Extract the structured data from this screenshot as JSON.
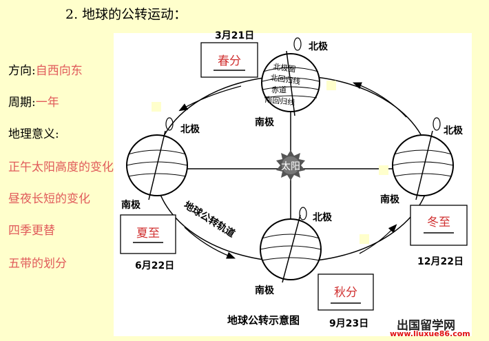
{
  "title": "2. 地球的公转运动：",
  "side": {
    "direction_label": "方向:",
    "direction_value": "自西向东",
    "period_label": "周期:",
    "period_value": "一年",
    "meaning_label": "地理意义:",
    "meanings": [
      "正午太阳高度的变化",
      "昼夜长短的变化",
      "四季更替",
      "五带的划分"
    ]
  },
  "diagram": {
    "sun": "太阳",
    "north_pole": "北极",
    "south_pole": "南极",
    "orbit_label": "地球公转轨道",
    "caption": "地球公转示意图",
    "lat_lines": [
      "北极圈",
      "北回归线",
      "赤道",
      "南回归线"
    ],
    "spring": {
      "name": "春分",
      "date": "3月21日"
    },
    "summer": {
      "name": "夏至",
      "date": "6月22日"
    },
    "autumn": {
      "name": "秋分",
      "date": "9月23日"
    },
    "winter": {
      "name": "冬至",
      "date": "12月22日"
    }
  },
  "watermark": {
    "text": "出国留学网",
    "url": "www.liuxue86.com"
  }
}
